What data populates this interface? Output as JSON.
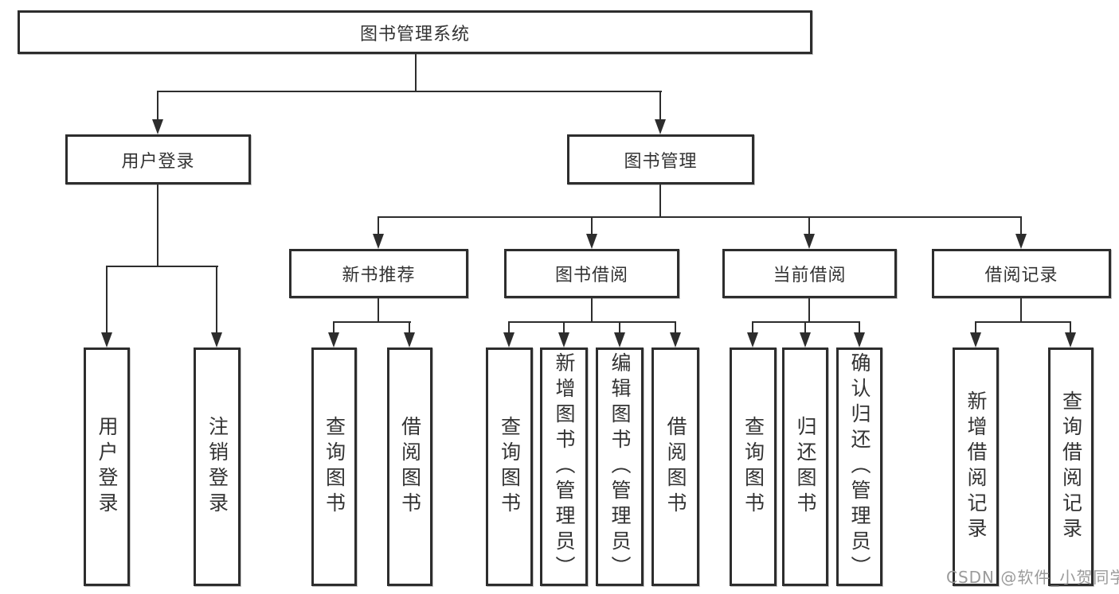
{
  "colors": {
    "line": "#2d2d2d",
    "box_border": "#2d2d2d",
    "text": "#333333",
    "watermark": "#9b9b9b",
    "background": "#ffffff"
  },
  "watermark": "CSDN @软件_小贺同学",
  "tree": {
    "root": "图书管理系统",
    "user_login": {
      "label": "用户登录",
      "children": [
        "用户登录",
        "注销登录"
      ]
    },
    "book_mgmt": {
      "label": "图书管理",
      "modules": {
        "new_book_rec": {
          "label": "新书推荐",
          "children": [
            "查询图书",
            "借阅图书"
          ]
        },
        "book_borrow": {
          "label": "图书借阅",
          "children": [
            "查询图书",
            "新增图书（管理员）",
            "编辑图书（管理员）",
            "借阅图书"
          ]
        },
        "current_borrow": {
          "label": "当前借阅",
          "children": [
            "查询图书",
            "归还图书",
            "确认归还（管理员）"
          ]
        },
        "borrow_records": {
          "label": "借阅记录",
          "children": [
            "新增借阅记录",
            "查询借阅记录"
          ]
        }
      }
    }
  }
}
